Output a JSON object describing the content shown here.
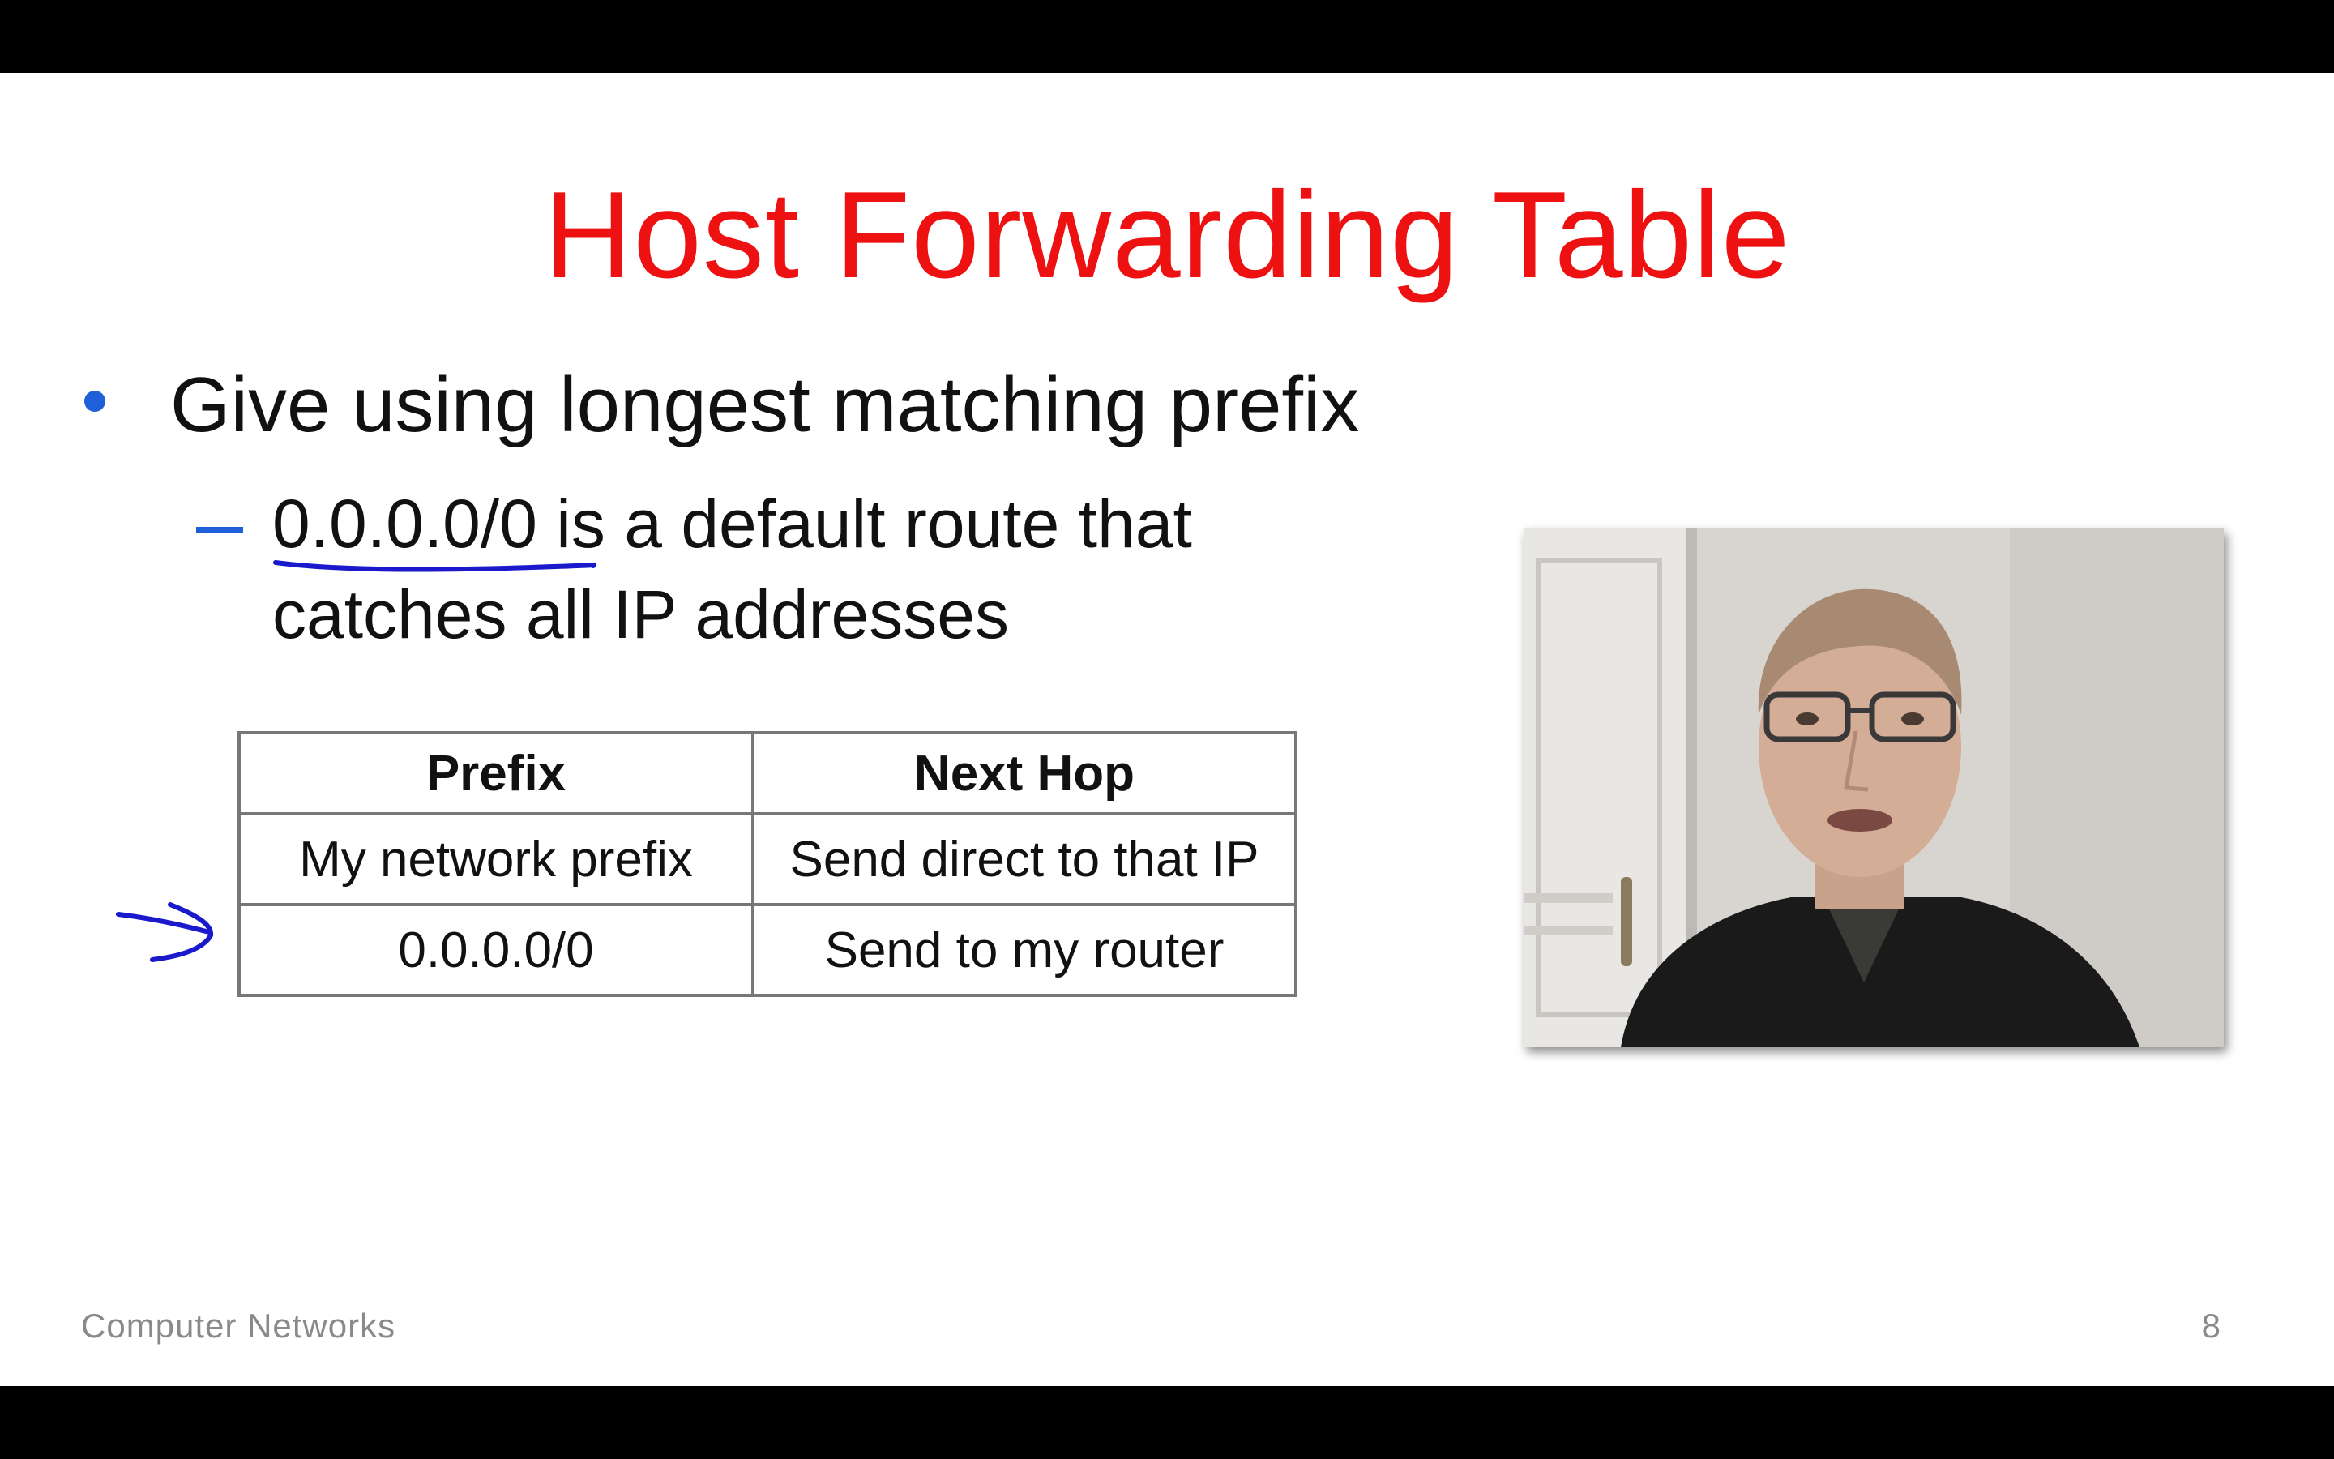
{
  "slide": {
    "title": "Host Forwarding Table",
    "bullet": "Give using longest matching prefix",
    "sub_bullet_line1": "0.0.0.0/0 is a default route that",
    "sub_bullet_line2": "catches all IP addresses",
    "table": {
      "headers": [
        "Prefix",
        "Next Hop"
      ],
      "rows": [
        [
          "My network prefix",
          "Send direct to that IP"
        ],
        [
          "0.0.0.0/0",
          "Send to my router"
        ]
      ]
    },
    "footer_course": "Computer Networks",
    "page_number": "8"
  },
  "colors": {
    "title": "#ee1111",
    "bullet": "#1f5fd9",
    "ink_annotation": "#1a1acc"
  },
  "icons": {
    "annotation_arrow": "hand-drawn-arrow-icon",
    "annotation_underline": "hand-drawn-underline"
  },
  "video": {
    "subject": "presenter-webcam"
  }
}
